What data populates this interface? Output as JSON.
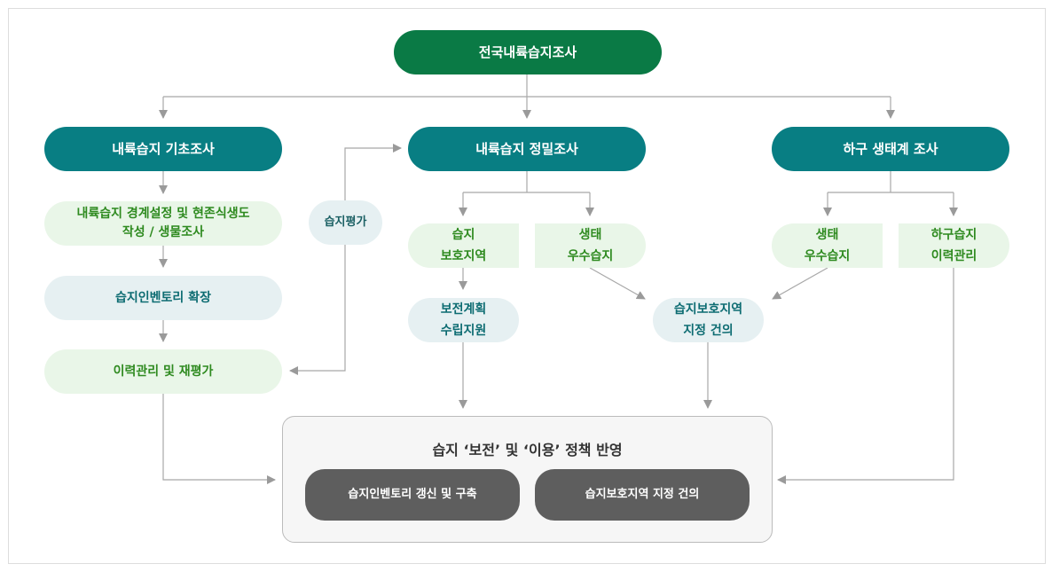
{
  "root": "전국내륙습지조사",
  "branches": {
    "basic": "내륙습지 기초조사",
    "detailed": "내륙습지 정밀조사",
    "river": "하구 생태계 조사"
  },
  "basic_steps": {
    "boundary": "내륙습지 경계설정 및 현존식생도\n작성 / 생물조사",
    "inventory": "습지인벤토리 확장",
    "history": "이력관리 및 재평가"
  },
  "assessment": "습지평가",
  "detailed_steps": {
    "protected": "습지\n보호지역",
    "eco_detail": "생태\n우수습지",
    "plan": "보전계획\n수립지원"
  },
  "river_steps": {
    "eco_river": "생태\n우수습지",
    "river_history": "하구습지\n이력관리"
  },
  "recommend": "습지보호지역\n지정 건의",
  "policy": {
    "title": "습지 ‘보전’ 및 ‘이용’ 정책 반영",
    "left": "습지인벤토리 갱신 및 구축",
    "right": "습지보호지역 지정 건의"
  }
}
